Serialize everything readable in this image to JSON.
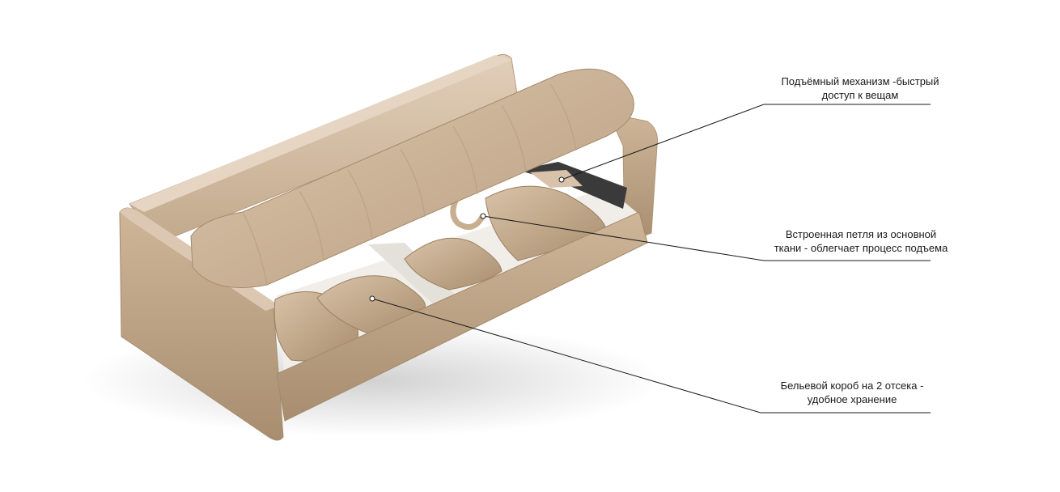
{
  "callouts": {
    "lift_mechanism": {
      "line1": "Подъёмный механизм -быстрый",
      "line2": "доступ к вещам"
    },
    "fabric_loop": {
      "line1": "Встроенная петля из основной",
      "line2": "ткани  - облегчает процесс подъема"
    },
    "linen_box": {
      "line1": "Бельевой короб на 2 отсека -",
      "line2": "удобное хранение"
    }
  },
  "colors": {
    "upholstery": "#cdb49a",
    "upholstery_shadow": "#a8906f",
    "upholstery_light": "#e0ccb6",
    "interior_white": "#f1eeea",
    "mechanism": "#3a3a3a",
    "leader_line": "#1a1a1a"
  }
}
